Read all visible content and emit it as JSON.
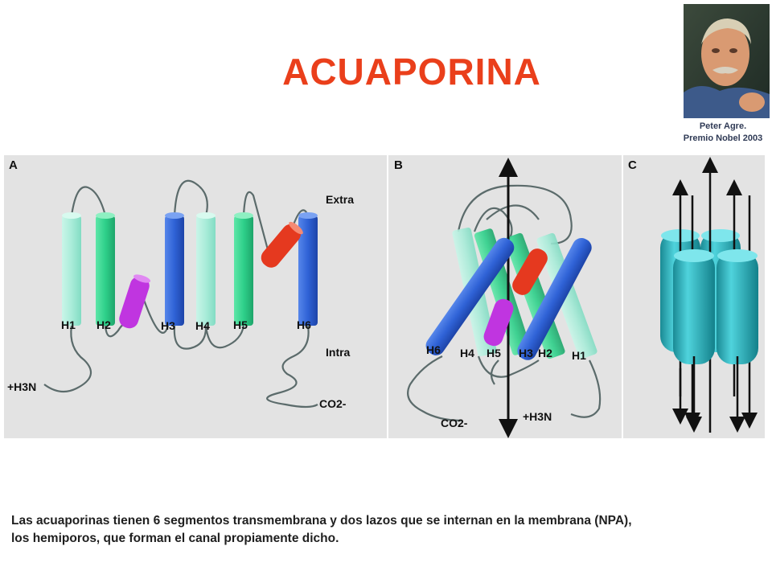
{
  "slide": {
    "title": "ACUAPORINA",
    "portrait_caption_line1": "Peter Agre.",
    "portrait_caption_line2": "Premio Nobel 2003",
    "description_line1": "Las acuaporinas tienen 6 segmentos transmembrana y dos lazos que se internan en la membrana (NPA),",
    "description_line2": "los hemiporos, que forman el canal propiamente dicho."
  },
  "figure": {
    "panel_a": {
      "label": "A",
      "extra": "Extra",
      "intra": "Intra",
      "helices": [
        "H1",
        "H2",
        "H3",
        "H4",
        "H5",
        "H6"
      ],
      "n_terminus": "+H3N",
      "c_terminus": "CO2-"
    },
    "panel_b": {
      "label": "B",
      "helices": [
        "H6",
        "H4",
        "H5",
        "H3",
        "H2",
        "H1"
      ],
      "n_terminus": "+H3N",
      "c_terminus": "CO2-"
    },
    "panel_c": {
      "label": "C"
    }
  },
  "colors": {
    "title": "#ea3f1b",
    "panel_background": "#e3e3e3",
    "helix_pale": "#a9ecd9",
    "helix_green": "#2ed08a",
    "helix_blue": "#2f62d6",
    "hemipore_magenta": "#c035e0",
    "hemipore_red": "#e5391f",
    "tetramer_teal": "#2ab3bd"
  }
}
